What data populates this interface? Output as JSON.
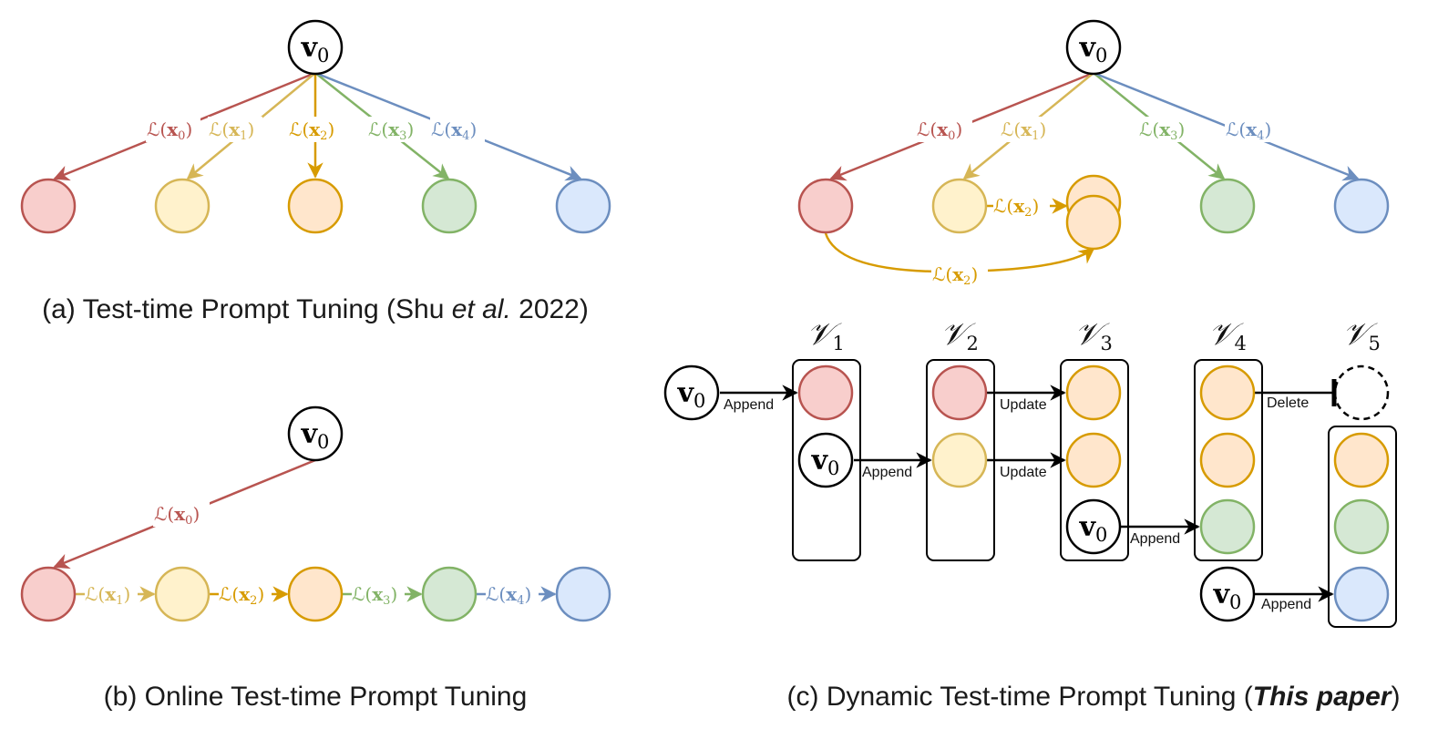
{
  "colors": {
    "red": {
      "stroke": "#b85450",
      "fill": "#f8cecc"
    },
    "yellow": {
      "stroke": "#d6b656",
      "fill": "#fff2cc"
    },
    "orange": {
      "stroke": "#d79b00",
      "fill": "#ffe6cc"
    },
    "green": {
      "stroke": "#82b366",
      "fill": "#d5e8d4"
    },
    "blue": {
      "stroke": "#6c8ebf",
      "fill": "#dae8fc"
    },
    "black": "#000000"
  },
  "v0": {
    "base": "v",
    "sub": "0"
  },
  "captions": {
    "a": {
      "main": "(a) Test-time Prompt Tuning (Shu ",
      "italic": "et al.",
      "tail": " 2022)"
    },
    "b": {
      "main": "(b) Online Test-time Prompt Tuning"
    },
    "c": {
      "main": "(c) Dynamic Test-time Prompt Tuning (",
      "bolditalic": "This paper",
      "tail": ")"
    }
  },
  "loss_labels": {
    "x0": {
      "pre": "ℒ(",
      "var": "x",
      "sub": "0",
      "post": ")"
    },
    "x1": {
      "pre": "ℒ(",
      "var": "x",
      "sub": "1",
      "post": ")"
    },
    "x2": {
      "pre": "ℒ(",
      "var": "x",
      "sub": "2",
      "post": ")"
    },
    "x3": {
      "pre": "ℒ(",
      "var": "x",
      "sub": "3",
      "post": ")"
    },
    "x4": {
      "pre": "ℒ(",
      "var": "x",
      "sub": "4",
      "post": ")"
    }
  },
  "sets": [
    {
      "base": "𝒱",
      "sub": "1"
    },
    {
      "base": "𝒱",
      "sub": "2"
    },
    {
      "base": "𝒱",
      "sub": "3"
    },
    {
      "base": "𝒱",
      "sub": "4"
    },
    {
      "base": "𝒱",
      "sub": "5"
    }
  ],
  "actions": {
    "append": "Append",
    "update": "Update",
    "delete": "Delete"
  }
}
